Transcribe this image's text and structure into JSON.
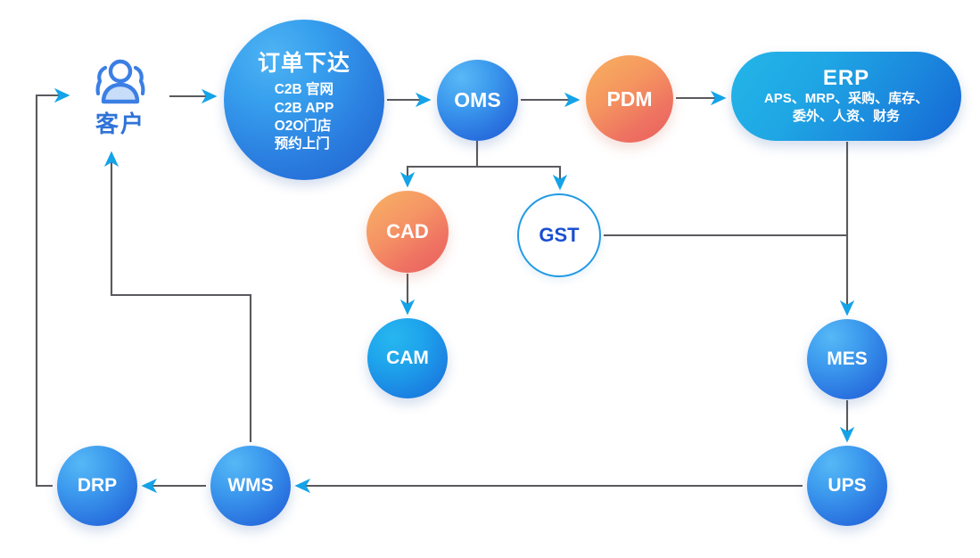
{
  "diagram": {
    "type": "flowchart",
    "title": "",
    "background": "#ffffff",
    "edge_color": "#5a5a5e",
    "arrow_color": "#14a3e8"
  },
  "nodes": {
    "customer": {
      "label": "客户",
      "icon": "users-group-icon",
      "shape": "icon",
      "color": "#2f73d8"
    },
    "order": {
      "title": "订单下达",
      "lines": [
        "C2B 官网",
        "C2B APP",
        "O2O门店",
        "预约上门"
      ],
      "shape": "circle",
      "color": "#2b7fe0"
    },
    "oms": {
      "label": "OMS",
      "shape": "circle",
      "color": "#2a74e0"
    },
    "pdm": {
      "label": "PDM",
      "shape": "circle",
      "color": "#ee7361"
    },
    "erp": {
      "title": "ERP",
      "lines": [
        "APS、MRP、采购、库存、",
        "委外、人资、财务"
      ],
      "shape": "rounded-rect",
      "color": "#1b86dd"
    },
    "cad": {
      "label": "CAD",
      "shape": "circle",
      "color": "#ef7362"
    },
    "gst": {
      "label": "GST",
      "shape": "circle-outline",
      "color": "#1a4fd0",
      "border": "#219ae4"
    },
    "cam": {
      "label": "CAM",
      "shape": "circle",
      "color": "#1b85e3"
    },
    "mes": {
      "label": "MES",
      "shape": "circle",
      "color": "#2a74e0"
    },
    "ups": {
      "label": "UPS",
      "shape": "circle",
      "color": "#2a74e0"
    },
    "wms": {
      "label": "WMS",
      "shape": "circle",
      "color": "#2a74e0"
    },
    "drp": {
      "label": "DRP",
      "shape": "circle",
      "color": "#2a74e0"
    }
  },
  "edges": [
    {
      "from": "customer",
      "to": "order",
      "style": "arrow"
    },
    {
      "from": "order",
      "to": "oms",
      "style": "arrow"
    },
    {
      "from": "oms",
      "to": "pdm",
      "style": "arrow"
    },
    {
      "from": "pdm",
      "to": "erp",
      "style": "arrow"
    },
    {
      "from": "oms",
      "to": "cad",
      "style": "branch-arrow"
    },
    {
      "from": "oms",
      "to": "gst",
      "style": "branch-arrow"
    },
    {
      "from": "cad",
      "to": "cam",
      "style": "arrow"
    },
    {
      "from": "gst",
      "to": "erp-mes-trunk",
      "style": "line"
    },
    {
      "from": "erp",
      "to": "mes",
      "style": "arrow"
    },
    {
      "from": "mes",
      "to": "ups",
      "style": "arrow"
    },
    {
      "from": "ups",
      "to": "wms",
      "style": "arrow"
    },
    {
      "from": "wms",
      "to": "drp",
      "style": "arrow"
    },
    {
      "from": "wms",
      "to": "customer",
      "style": "elbow-arrow"
    },
    {
      "from": "drp",
      "to": "customer",
      "style": "elbow-arrow"
    }
  ]
}
